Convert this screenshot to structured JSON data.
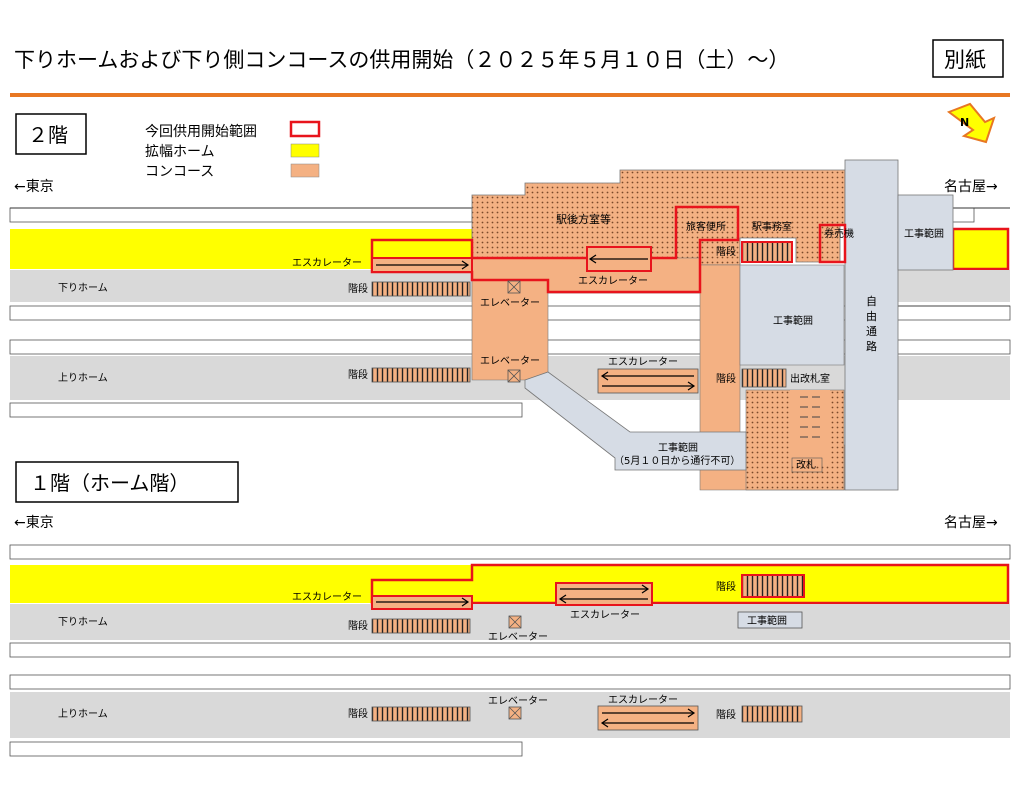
{
  "title": "下りホームおよび下り側コンコースの供用開始（２０２５年５月１０日（土）～）",
  "attachment_label": "別紙",
  "colors": {
    "accent_line": "#e87722",
    "new_area_outline": "#e8141c",
    "expanded_platform": "#ffff00",
    "concourse": "#f4b183",
    "platform_gray": "#d9d9d9",
    "construction_gray": "#d6dce5",
    "station_office": "#f7caac"
  },
  "legend": {
    "new_area": "今回供用開始範囲",
    "expanded_platform": "拡幅ホーム",
    "concourse": "コンコース"
  },
  "compass": "N",
  "floor2": {
    "label": "２階",
    "dir_tokyo": "←東京",
    "dir_nagoya": "名古屋→",
    "station_rear_office": "駅後方室等",
    "travel_center": "旅客便所",
    "station_office": "駅事務室",
    "ticket_machine": "券売機",
    "construction_right": "工事範囲",
    "free_passage": "自由通路",
    "construction_center": "工事範囲",
    "construction_lower": "工事範囲",
    "construction_lower_note": "（5月１０日から通行不可）",
    "escalator_left": "エスカレーター",
    "escalator_center": "エスカレーター",
    "escalator_lower": "エスカレーター",
    "down_platform": "下りホーム",
    "up_platform": "上りホーム",
    "stairs_down": "階段",
    "stairs_up": "階段",
    "stairs_right": "階段",
    "stairs_right_lower": "階段",
    "elevator_upper": "エレベーター",
    "elevator_lower": "エレベーター",
    "ticket_gate": "出改札室",
    "kippu": "改札"
  },
  "floor1": {
    "label": "１階（ホーム階）",
    "dir_tokyo": "←東京",
    "dir_nagoya": "名古屋→",
    "escalator_left": "エスカレーター",
    "escalator_center": "エスカレーター",
    "escalator_lower": "エスカレーター",
    "stairs_right": "階段",
    "stairs_down": "階段",
    "stairs_up": "階段",
    "stairs_lower_right": "階段",
    "elevator_upper": "エレベーター",
    "elevator_lower": "エレベーター",
    "construction": "工事範囲",
    "down_platform": "下りホーム",
    "up_platform": "上りホーム"
  }
}
